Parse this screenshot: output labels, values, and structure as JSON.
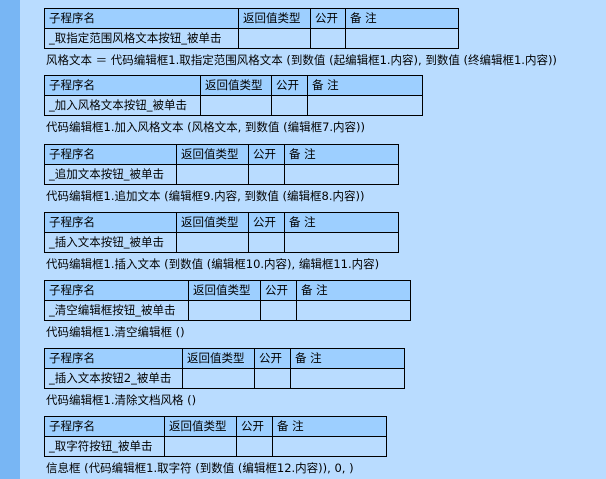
{
  "headers": {
    "name": "子程序名",
    "return_type": "返回值类型",
    "public": "公开",
    "note": "备 注"
  },
  "blocks": [
    {
      "sub_name": "_取指定范围风格文本按钮_被单击",
      "code": "风格文本 ＝ 代码编辑框1.取指定范围风格文本 (到数值 (起编辑框1.内容), 到数值 (终编辑框1.内容))"
    },
    {
      "sub_name": "_加入风格文本按钮_被单击",
      "code": "代码编辑框1.加入风格文本 (风格文本, 到数值 (编辑框7.内容))"
    },
    {
      "sub_name": "_追加文本按钮_被单击",
      "code": "代码编辑框1.追加文本 (编辑框9.内容, 到数值 (编辑框8.内容))"
    },
    {
      "sub_name": "_插入文本按钮_被单击",
      "code": "代码编辑框1.插入文本 (到数值 (编辑框10.内容), 编辑框11.内容)"
    },
    {
      "sub_name": "_清空编辑框按钮_被单击",
      "code": "代码编辑框1.清空编辑框 ()"
    },
    {
      "sub_name": "_插入文本按钮2_被单击",
      "code": "代码编辑框1.清除文档风格 ()"
    },
    {
      "sub_name": "_取字符按钮_被单击",
      "code": "信息框 (代码编辑框1.取字符 (到数值 (编辑框12.内容)), 0, )"
    }
  ]
}
